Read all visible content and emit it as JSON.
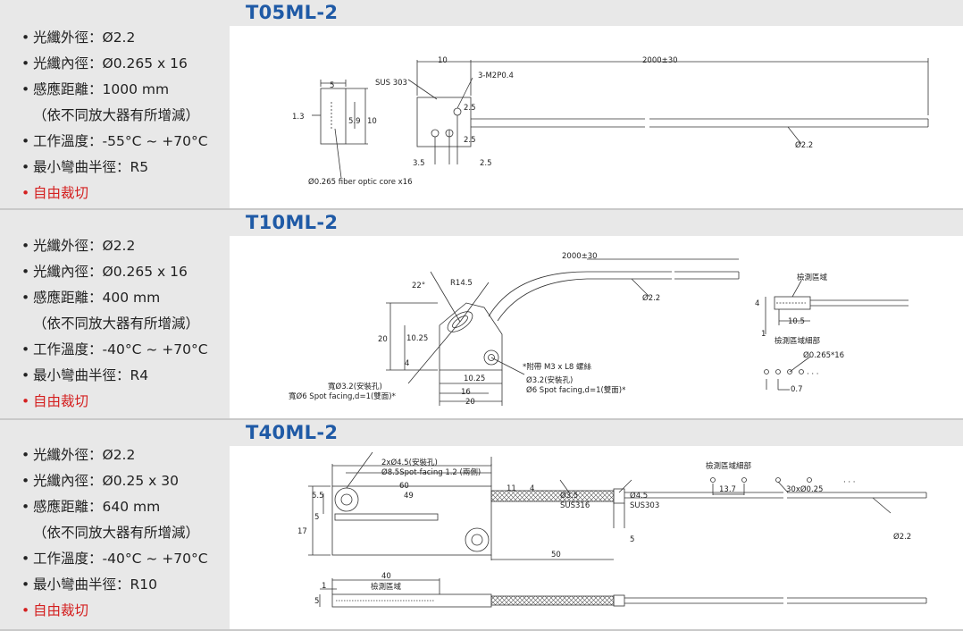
{
  "sections": [
    {
      "model": "T05ML-2",
      "specs": [
        "光纖外徑：Ø2.2",
        "光纖內徑：Ø0.265 x 16",
        "感應距離：1000 mm",
        "（依不同放大器有所增減）",
        "工作溫度：-55°C ~ +70°C",
        "最小彎曲半徑：R5",
        "自由裁切"
      ],
      "drawing": {
        "dims": [
          "5",
          "1.3",
          "5.9",
          "10",
          "10",
          "2000±30",
          "SUS 303",
          "3-M2P0.4",
          "2.5",
          "2.5",
          "3.5",
          "2.5",
          "Ø2.2",
          "Ø0.265 fiber optic core x16"
        ]
      }
    },
    {
      "model": "T10ML-2",
      "specs": [
        "光纖外徑：Ø2.2",
        "光纖內徑：Ø0.265 x 16",
        "感應距離：400 mm",
        "（依不同放大器有所增減）",
        "工作溫度：-40°C ~ +70°C",
        "最小彎曲半徑：R4",
        "自由裁切"
      ],
      "drawing": {
        "dims": [
          "2000±30",
          "22°",
          "R14.5",
          "Ø2.2",
          "20",
          "10.25",
          "4",
          "10.25",
          "16",
          "20",
          "寬Ø3.2(安裝孔)",
          "寬Ø6 Spot facing,d=1(雙面)*",
          "*附帶 M3 x L8 螺絲",
          "Ø3.2(安裝孔)",
          "Ø6 Spot facing,d=1(雙面)*",
          "檢測區域",
          "4",
          "10.5",
          "1",
          "檢測區域細部",
          "Ø0.265*16",
          "0.7"
        ]
      }
    },
    {
      "model": "T40ML-2",
      "specs": [
        "光纖外徑：Ø2.2",
        "光纖內徑：Ø0.25 x 30",
        "感應距離：640 mm",
        "（依不同放大器有所增減）",
        "工作溫度：-40°C ~ +70°C",
        "最小彎曲半徑：R10",
        "自由裁切"
      ],
      "drawing": {
        "dims": [
          "2xØ4.5(安裝孔)",
          "Ø8.5Spot-facing 1.2 (兩側)",
          "60",
          "5.5",
          "49",
          "11",
          "4",
          "Ø3.5",
          "SUS316",
          "Ø4.5",
          "SUS303",
          "5",
          "17",
          "50",
          "5",
          "Ø2.2",
          "檢測區域細部",
          "13.7",
          "30xØ0.25",
          "40",
          "1",
          "檢測區域",
          "5"
        ]
      }
    }
  ]
}
